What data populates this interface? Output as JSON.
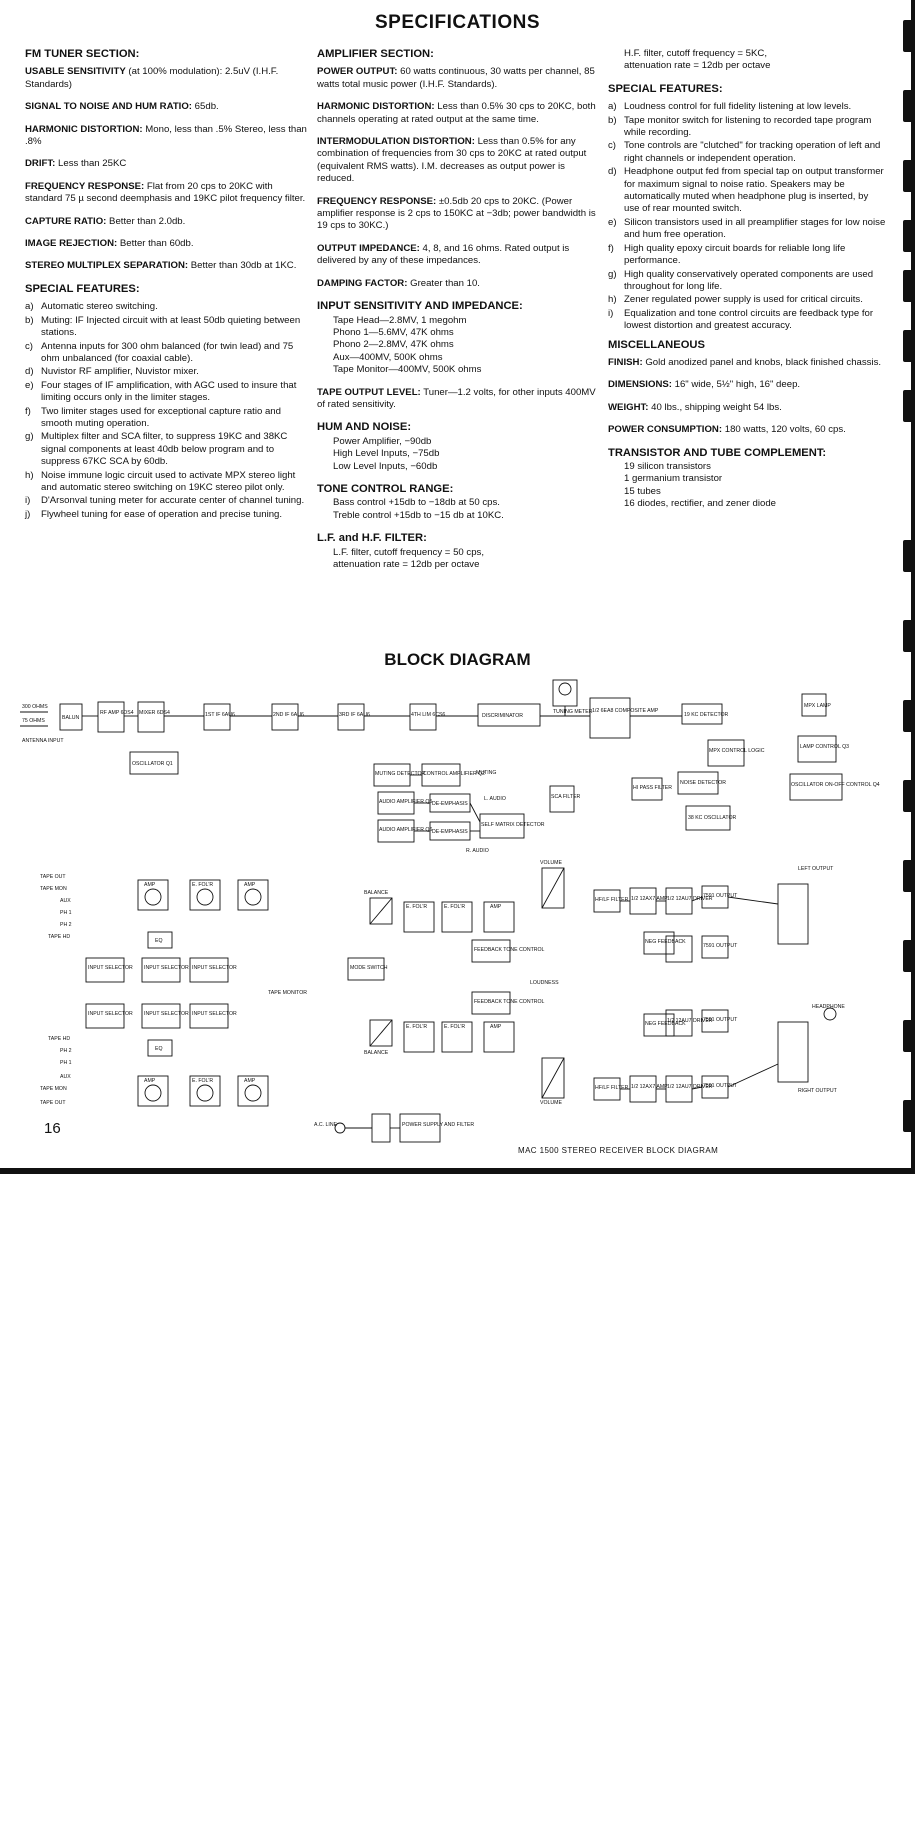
{
  "page_title": "SPECIFICATIONS",
  "fm": {
    "heading": "FM TUNER SECTION:",
    "specs": [
      {
        "label": "USABLE SENSITIVITY",
        "text": " (at 100% modulation): 2.5uV (I.H.F. Standards)"
      },
      {
        "label": "SIGNAL TO NOISE AND HUM RATIO:",
        "text": " 65db."
      },
      {
        "label": "HARMONIC DISTORTION:",
        "text": " Mono, less than .5% Stereo, less than .8%"
      },
      {
        "label": "DRIFT:",
        "text": " Less than 25KC"
      },
      {
        "label": "FREQUENCY RESPONSE:",
        "text": " Flat from 20 cps to 20KC with standard 75 µ second deemphasis and 19KC pilot frequency filter."
      },
      {
        "label": "CAPTURE RATIO:",
        "text": " Better than 2.0db."
      },
      {
        "label": "IMAGE REJECTION:",
        "text": " Better than 60db."
      },
      {
        "label": "STEREO MULTIPLEX SEPARATION:",
        "text": " Better than 30db at 1KC."
      }
    ],
    "features_heading": "SPECIAL FEATURES:",
    "features": [
      {
        "k": "a)",
        "t": "Automatic stereo switching."
      },
      {
        "k": "b)",
        "t": "Muting: IF Injected circuit with at least 50db quieting between stations."
      },
      {
        "k": "c)",
        "t": "Antenna inputs for 300 ohm balanced (for twin lead) and 75 ohm unbalanced (for coaxial cable)."
      },
      {
        "k": "d)",
        "t": "Nuvistor RF amplifier, Nuvistor mixer."
      },
      {
        "k": "e)",
        "t": "Four stages of IF amplification, with AGC used to insure that limiting occurs only in the limiter stages."
      },
      {
        "k": "f)",
        "t": "Two limiter stages used for exceptional capture ratio and smooth muting operation."
      },
      {
        "k": "g)",
        "t": "Multiplex filter and SCA filter, to suppress 19KC and 38KC signal components at least 40db below program and to suppress 67KC SCA by 60db."
      },
      {
        "k": "h)",
        "t": "Noise immune logic circuit used to activate MPX stereo light and automatic stereo switching on 19KC stereo pilot only."
      },
      {
        "k": "i)",
        "t": "D'Arsonval tuning meter for accurate center of channel tuning."
      },
      {
        "k": "j)",
        "t": "Flywheel tuning for ease of operation and precise tuning."
      }
    ]
  },
  "amp": {
    "heading": "AMPLIFIER SECTION:",
    "specs": [
      {
        "label": "POWER OUTPUT:",
        "text": " 60 watts continuous, 30 watts per channel, 85 watts total music power (I.H.F. Standards)."
      },
      {
        "label": "HARMONIC DISTORTION:",
        "text": " Less than 0.5% 30 cps to 20KC, both channels operating at rated output at the same time."
      },
      {
        "label": "INTERMODULATION DISTORTION:",
        "text": " Less than 0.5% for any combination of frequencies from 30 cps to 20KC at rated output (equivalent RMS watts). I.M. decreases as output power is reduced."
      },
      {
        "label": "FREQUENCY RESPONSE:",
        "text": " ±0.5db 20 cps to 20KC. (Power amplifier response is 2 cps to 150KC at −3db; power bandwidth is 19 cps to 30KC.)"
      },
      {
        "label": "OUTPUT IMPEDANCE:",
        "text": " 4, 8, and 16 ohms. Rated output is delivered by any of these impedances."
      },
      {
        "label": "DAMPING FACTOR:",
        "text": " Greater than 10."
      }
    ],
    "input_heading": "INPUT SENSITIVITY AND IMPEDANCE:",
    "input_lines": [
      "Tape Head—2.8MV, 1 megohm",
      "Phono 1—5.6MV, 47K ohms",
      "Phono 2—2.8MV, 47K ohms",
      "Aux—400MV, 500K ohms",
      "Tape Monitor—400MV, 500K ohms"
    ],
    "tape_label": "TAPE OUTPUT LEVEL:",
    "tape_text": " Tuner—1.2 volts, for other inputs 400MV of rated sensitivity.",
    "hum_heading": "HUM AND NOISE:",
    "hum_lines": [
      "Power Amplifier, −90db",
      "High Level Inputs, −75db",
      "Low Level Inputs, −60db"
    ],
    "tone_heading": "TONE CONTROL RANGE:",
    "tone_lines": [
      "Bass control +15db to −18db at 50 cps.",
      "Treble control +15db to −15 db at 10KC."
    ],
    "filter_heading": "L.F. and H.F. FILTER:",
    "filter_lines": [
      "L.F. filter, cutoff frequency = 50 cps,",
      "attenuation rate = 12db per octave"
    ]
  },
  "col3": {
    "hf_lines": [
      "H.F. filter, cutoff frequency = 5KC,",
      "attenuation rate = 12db per octave"
    ],
    "features_heading": "SPECIAL FEATURES:",
    "features": [
      {
        "k": "a)",
        "t": "Loudness control for full fidelity listening at low levels."
      },
      {
        "k": "b)",
        "t": "Tape monitor switch for listening to recorded tape program while recording."
      },
      {
        "k": "c)",
        "t": "Tone controls are \"clutched\" for tracking operation of left and right channels or independent operation."
      },
      {
        "k": "d)",
        "t": "Headphone output fed from special tap on output transformer for maximum signal to noise ratio. Speakers may be automatically muted when headphone plug is inserted, by use of rear mounted switch."
      },
      {
        "k": "e)",
        "t": "Silicon transistors used in all preamplifier stages for low noise and hum free operation."
      },
      {
        "k": "f)",
        "t": "High quality epoxy circuit boards for reliable long life performance."
      },
      {
        "k": "g)",
        "t": "High quality conservatively operated components are used throughout for long life."
      },
      {
        "k": "h)",
        "t": "Zener regulated power supply is used for critical circuits."
      },
      {
        "k": "i)",
        "t": "Equalization and tone control circuits are feedback type for lowest distortion and greatest accuracy."
      }
    ],
    "misc_heading": "MISCELLANEOUS",
    "misc": [
      {
        "label": "FINISH:",
        "text": " Gold anodized panel and knobs, black finished chassis."
      },
      {
        "label": "DIMENSIONS:",
        "text": " 16\" wide, 5½\" high, 16\" deep."
      },
      {
        "label": "WEIGHT:",
        "text": " 40 lbs., shipping weight 54 lbs."
      },
      {
        "label": "POWER CONSUMPTION:",
        "text": " 180 watts, 120 volts, 60 cps."
      }
    ],
    "trans_heading": "TRANSISTOR AND TUBE COMPLEMENT:",
    "trans_lines": [
      "19 silicon transistors",
      "1 germanium transistor",
      "15 tubes",
      "16 diodes, rectifier, and zener diode"
    ]
  },
  "block": {
    "title": "BLOCK DIAGRAM",
    "caption": "MAC 1500 STEREO RECEIVER     BLOCK DIAGRAM",
    "page_number": "16",
    "labels": {
      "ohms300": "300 OHMS",
      "ohms75": "75 OHMS",
      "antenna": "ANTENNA INPUT",
      "balun": "BALUN",
      "rf": "RF AMP 6DS4",
      "mixer": "MIXER 6DS4",
      "if1": "1ST IF 6AU6",
      "if2": "2ND IF 6AU6",
      "if3": "3RD IF 6AU6",
      "if4": "4TH LIM 6CS6",
      "disc": "DISCRIMINATOR",
      "meter": "TUNING METER",
      "comp": "1/2 6EA8 COMPOSITE AMP",
      "det19": "19 KC DETECTOR",
      "mpxlamp": "MPX LAMP",
      "osc": "OSCILLATOR Q1",
      "mutedet": "MUTING DETECTOR",
      "ctrlamp": "CONTROL AMPLIFIER Q2",
      "muting": "MUTING",
      "sca": "SCA FILTER",
      "hipass": "HI PASS FILTER",
      "noise": "NOISE DETECTOR",
      "mpxlogic": "MPX CONTROL LOGIC",
      "lampctl": "LAMP CONTROL Q3",
      "oscoff": "OSCILLATOR ON-OFF CONTROL Q4",
      "osc38": "38 KC OSCILLATOR",
      "audioL": "AUDIO AMPLIFIER Q5",
      "audioR": "AUDIO AMPLIFIER Q6",
      "deemph": "DE-EMPHASIS",
      "matrix": "SELF MATRIX DETECTOR",
      "laudio": "L. AUDIO",
      "raudio": "R. AUDIO",
      "tapeout": "TAPE OUT",
      "tapemon": "TAPE MON",
      "aux": "AUX",
      "ph2": "PH 2",
      "ph1": "PH 1",
      "tapehd": "TAPE HD",
      "inputsel": "INPUT SELECTOR",
      "eq": "EQ",
      "amp": "AMP",
      "efolr": "E. FOL'R",
      "modesw": "MODE SWITCH",
      "tapemonsw": "TAPE MONITOR",
      "balance": "BALANCE",
      "feedback": "FEEDBACK TONE CONTROL",
      "volume": "VOLUME",
      "loudness": "LOUDNESS",
      "hflf": "HF/LF FILTER",
      "amp12": "1/2 12AX7 AMP",
      "driver": "1/2 12AU7 DRIVER",
      "output": "7591 OUTPUT",
      "negfb": "NEG FEEDBACK",
      "leftout": "LEFT OUTPUT",
      "rightout": "RIGHT OUTPUT",
      "headphone": "HEADPHONE",
      "acline": "A.C. LINE",
      "psu": "POWER SUPPLY AND FILTER"
    }
  }
}
